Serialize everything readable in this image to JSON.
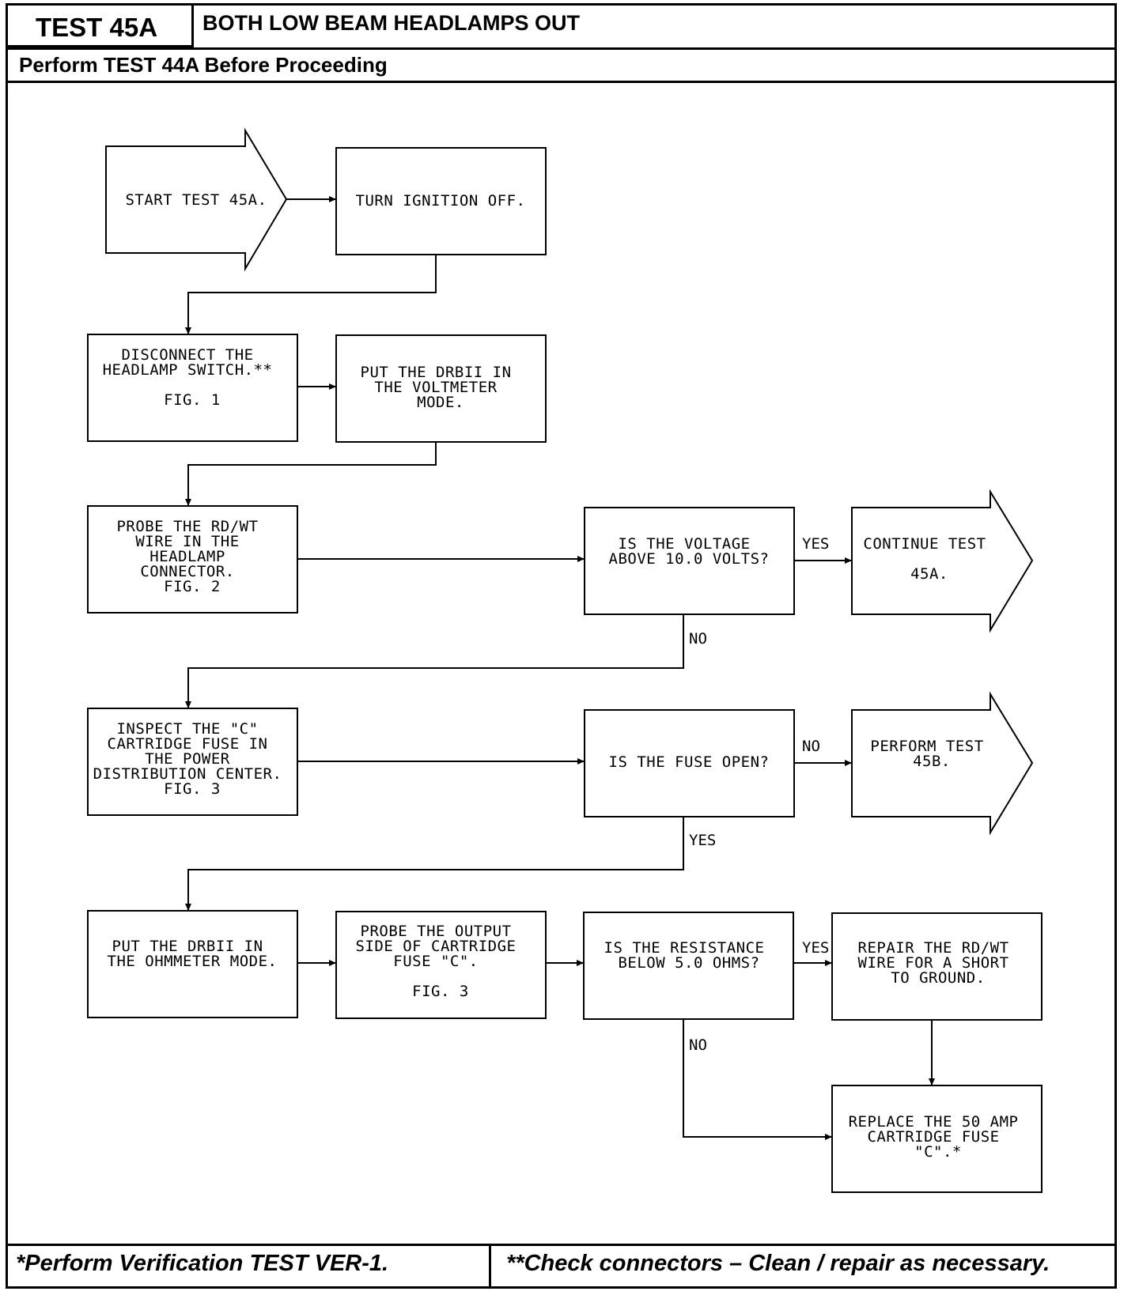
{
  "header": {
    "test_id": "TEST 45A",
    "title": "BOTH LOW BEAM HEADLAMPS OUT",
    "subtitle": "Perform TEST 44A Before Proceeding"
  },
  "footer": {
    "left_note": "*Perform Verification TEST VER-1.",
    "right_note": "**Check connectors – Clean / repair as necessary."
  },
  "nodes": {
    "start": [
      "START TEST 45A."
    ],
    "ignition": [
      "TURN IGNITION OFF."
    ],
    "disconnect": [
      "DISCONNECT THE",
      "HEADLAMP SWITCH.**",
      "",
      "FIG. 1"
    ],
    "voltmeter": [
      "PUT THE DRBII IN",
      "THE VOLTMETER",
      "MODE."
    ],
    "probe_rdwt": [
      "PROBE THE RD/WT",
      "WIRE IN THE",
      "HEADLAMP",
      "CONNECTOR.",
      "FIG. 2"
    ],
    "voltage_q": [
      "IS THE VOLTAGE",
      "ABOVE 10.0 VOLTS?"
    ],
    "continue_45b": [
      "CONTINUE TEST",
      "45A."
    ],
    "inspect_fuse": [
      "INSPECT THE \"C\"",
      "CARTRIDGE FUSE IN",
      "THE POWER",
      "DISTRIBUTION CENTER.",
      "FIG. 3"
    ],
    "fuse_q": [
      "IS THE FUSE OPEN?"
    ],
    "perform_45b": [
      "PERFORM TEST",
      "45B."
    ],
    "ohmmeter": [
      "PUT THE DRBII IN",
      "THE OHMMETER MODE."
    ],
    "probe_output": [
      "PROBE THE OUTPUT",
      "SIDE OF CARTRIDGE",
      "FUSE \"C\".",
      "",
      "FIG. 3"
    ],
    "resistance_q": [
      "IS THE RESISTANCE",
      "BELOW 5.0 OHMS?"
    ],
    "repair": [
      "REPAIR THE RD/WT",
      "WIRE FOR A SHORT",
      "TO GROUND."
    ],
    "replace": [
      "REPLACE THE 50 AMP",
      "CARTRIDGE FUSE",
      "\"C\".*"
    ]
  },
  "edge_labels": {
    "voltage_yes": "YES",
    "voltage_no": "NO",
    "fuse_no": "NO",
    "fuse_yes": "YES",
    "resistance_yes": "YES",
    "resistance_no": "NO"
  }
}
